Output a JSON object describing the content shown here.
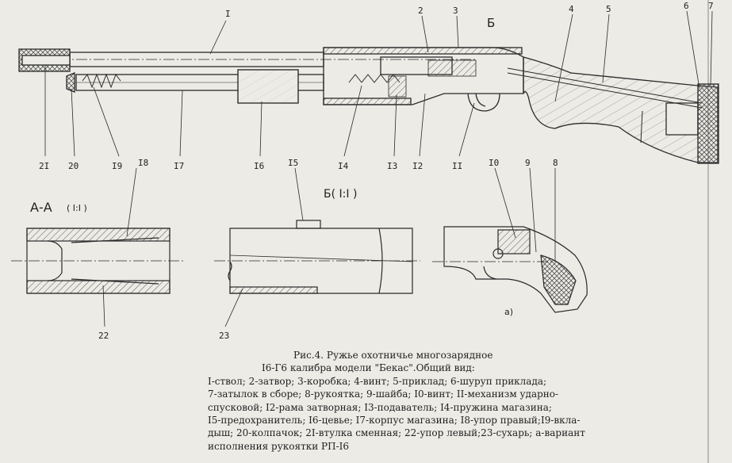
{
  "part_numbers": {
    "n1": "I",
    "n2": "2",
    "n3": "3",
    "n4": "4",
    "n5": "5",
    "n6": "6",
    "n7": "7",
    "n8": "8",
    "n9": "9",
    "n10": "I0",
    "n11": "II",
    "n12": "I2",
    "n13": "I3",
    "n14": "I4",
    "n15": "I5",
    "n16": "I6",
    "n17": "I7",
    "n18": "I8",
    "n19": "I9",
    "n20": "20",
    "n21": "2I",
    "n22": "22",
    "n23": "23"
  },
  "section_labels": {
    "b_marker": "Б",
    "section_aa": "А-А",
    "section_aa_scale": "( I:I )",
    "section_b": "Б( I:I )",
    "variant_a": "а)"
  },
  "caption": {
    "title_line1": "Рис.4. Ружье охотничье многозарядное",
    "title_line2": "I6-Г6 калибра модели \"Бекас\".Общий вид:",
    "legend_lines": [
      "I-ствол; 2-затвор; 3-коробка; 4-винт; 5-приклад; 6-шуруп приклада;",
      "7-затылок в сборе; 8-рукоятка; 9-шайба; I0-винт; II-механизм ударно-",
      "спусковой; I2-рама затворная; I3-подаватель; I4-пружина магазина;",
      "I5-предохранитель; I6-цевье; I7-корпус магазина; I8-упор правый;I9-вкла-",
      "дыш; 20-колпачок; 2I-втулка сменная; 22-упор левый;23-сухарь; а-вариант",
      "исполнения рукоятки РП-I6"
    ]
  },
  "colors": {
    "paper": "#ecebe6",
    "ink": "#2a2a2a",
    "hatch": "#555555"
  }
}
